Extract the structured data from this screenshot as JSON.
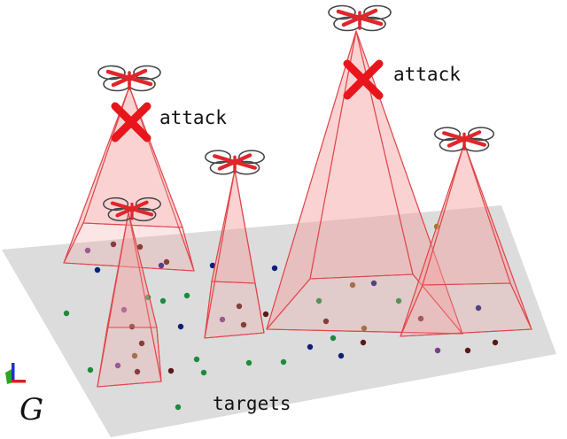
{
  "labels": {
    "attack_left": "attack",
    "attack_right": "attack",
    "targets": "targets",
    "frame": "G"
  },
  "colors": {
    "ground": "#dcdcdc",
    "fov_fill": "#f6a3a3",
    "fov_edge": "#e0474c",
    "rotor_bar": "#e0262b",
    "rotor_ring": "#444444",
    "attack_x": "#e8161c",
    "axis_red": "#d62020",
    "axis_green": "#2aa52a",
    "axis_blue": "#2030d0"
  },
  "drones": [
    {
      "id": "d1",
      "status": "attack"
    },
    {
      "id": "d2",
      "status": "normal"
    },
    {
      "id": "d3",
      "status": "normal"
    },
    {
      "id": "d4",
      "status": "attack"
    },
    {
      "id": "d5",
      "status": "normal"
    }
  ],
  "targets_shown": {
    "count": 46,
    "colors": [
      "#5a1a14",
      "#0d1f7a",
      "#1e8a3c",
      "#7a3d8c",
      "#8b5a2b",
      "#8a8a1a"
    ]
  }
}
